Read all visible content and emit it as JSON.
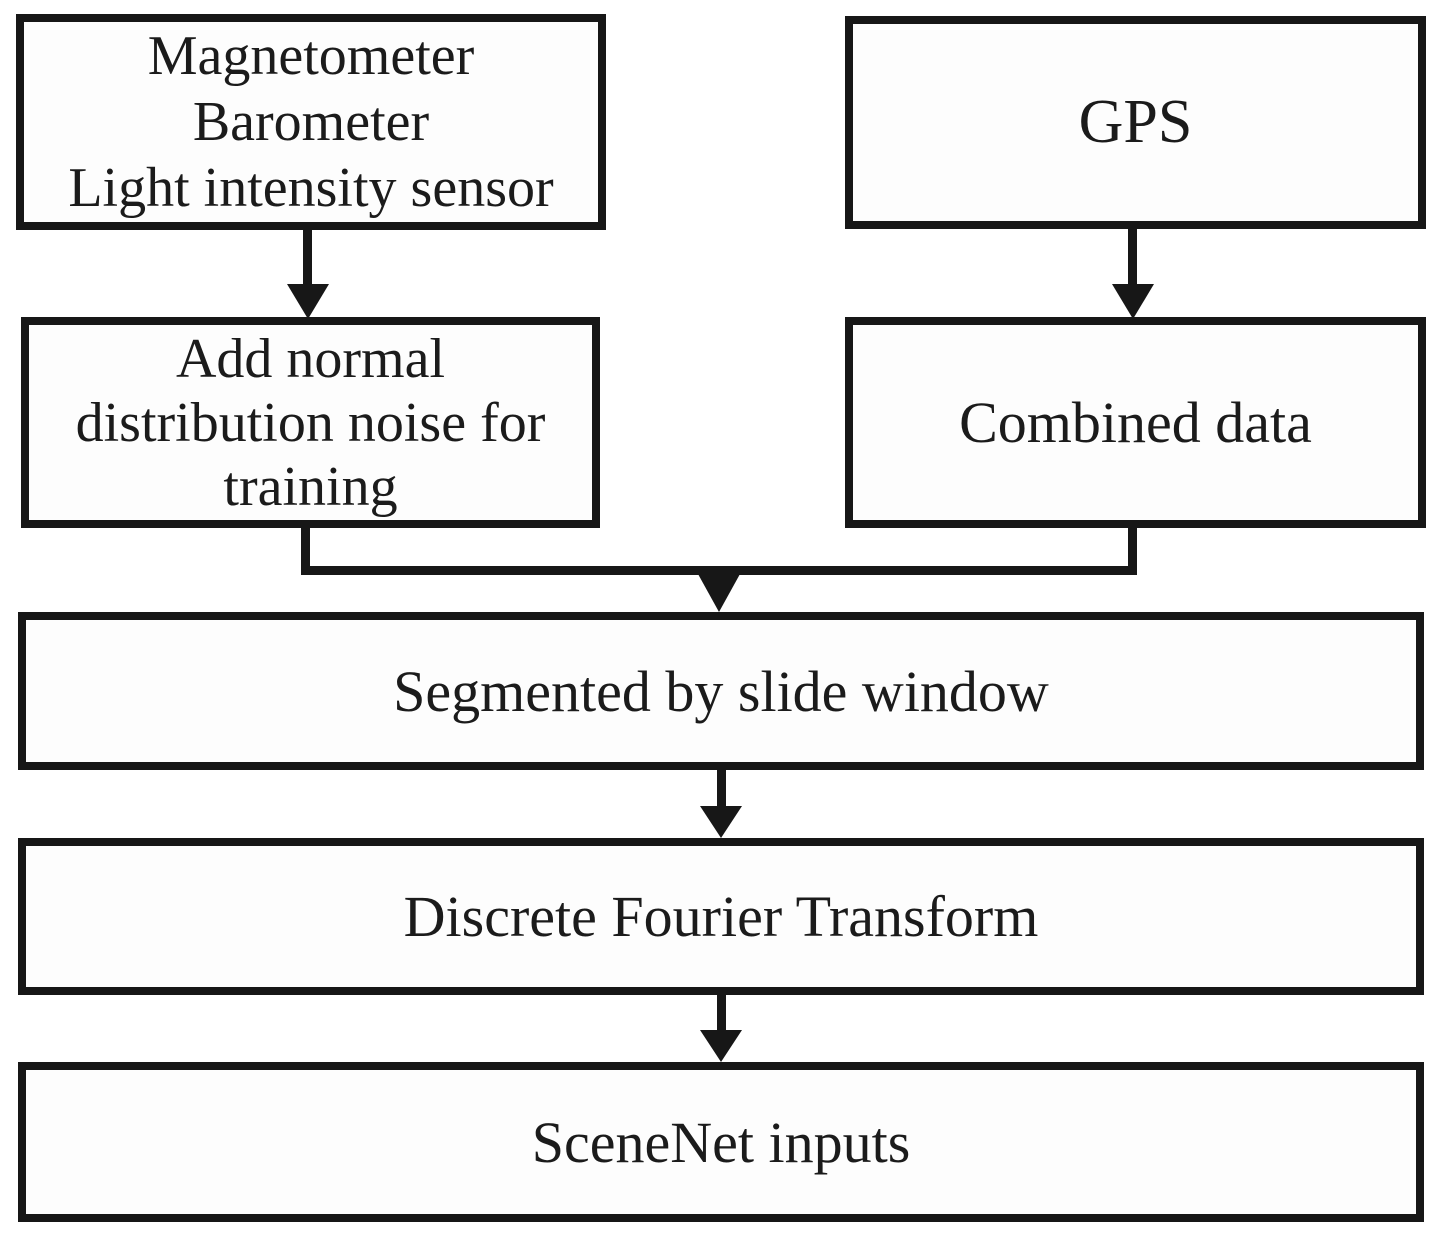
{
  "diagram": {
    "type": "flowchart",
    "colors": {
      "line": "#171717",
      "text": "#1b1b1b",
      "background": "#ffffff",
      "box_fill": "#fdfdfd"
    },
    "nodes": {
      "sensors": {
        "lines": [
          "Magnetometer",
          "Barometer",
          "Light intensity sensor"
        ]
      },
      "gps": {
        "label": "GPS"
      },
      "noise": {
        "lines": [
          "Add normal",
          "distribution noise for",
          "training"
        ]
      },
      "combined": {
        "label": "Combined data"
      },
      "segmented": {
        "label": "Segmented by slide window"
      },
      "dft": {
        "label": "Discrete Fourier Transform"
      },
      "scenenet": {
        "label": "SceneNet inputs"
      }
    },
    "edges": [
      {
        "from": "sensors",
        "to": "noise"
      },
      {
        "from": "gps",
        "to": "combined"
      },
      {
        "from": "noise",
        "to": "segmented"
      },
      {
        "from": "combined",
        "to": "segmented"
      },
      {
        "from": "segmented",
        "to": "dft"
      },
      {
        "from": "dft",
        "to": "scenenet"
      }
    ]
  }
}
